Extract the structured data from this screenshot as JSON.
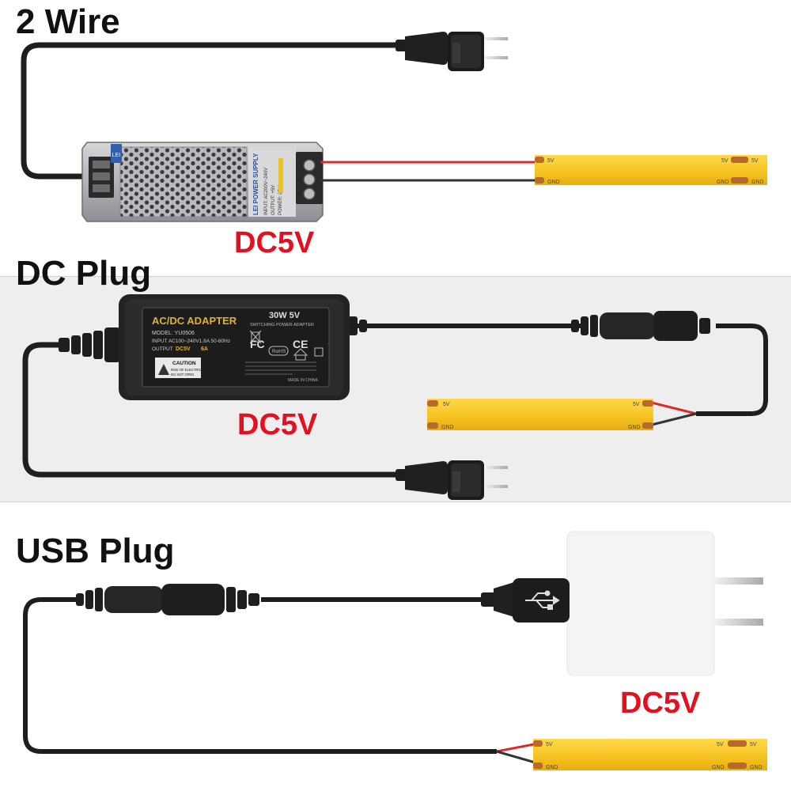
{
  "colors": {
    "title": "#111111",
    "voltage": "#e3101f",
    "cable": "#1e1e1e",
    "wire_red": "#e02828",
    "wire_black": "#333333",
    "strip_yellow": "#f8c626",
    "band_gray": "#eeeeee",
    "copper_pad": "#b86a2a"
  },
  "sections": [
    {
      "title": "2 Wire",
      "voltage": "DC5V",
      "power_supply": {
        "badge": "LEI",
        "side_text": "LEI POWER SUPPLY",
        "small_text": [
          "INPUT: AC200V~240V",
          "OUTPUT: +5V",
          "POWER: 25W"
        ]
      },
      "strip": {
        "pad_left_top": "5V",
        "pad_left_bottom": "GND",
        "pad_right_top": "5V",
        "pad_right_bottom": "GND",
        "pad_end_top": "5V",
        "pad_end_bottom": "GND"
      }
    },
    {
      "title": "DC Plug",
      "voltage": "DC5V",
      "adapter": {
        "heading": "AC/DC ADAPTER",
        "rating": "30W  5V",
        "sub": "SWITCHING POWER ADAPTER",
        "model": "MODEL: YU0506",
        "input": "INPUT AC100~240V1.8A 50-60Hz",
        "output_prefix": "OUTPUT",
        "output_value": "DC5V",
        "output_current": "6A",
        "caution": "CAUTION",
        "caution_sub1": "RISK OF ELECTRIC",
        "caution_sub2": "DO NOT OPEN",
        "fc": "FC",
        "ce": "CE",
        "rohs": "RoHS",
        "made_in": "MADE IN CHINA"
      },
      "strip": {
        "pad_left_top": "5V",
        "pad_left_bottom": "GND",
        "pad_right_top": "5V",
        "pad_right_bottom": "GND"
      }
    },
    {
      "title": "USB Plug",
      "voltage": "DC5V",
      "strip": {
        "pad_left_top": "5V",
        "pad_left_bottom": "GND",
        "pad_right_top": "5V",
        "pad_right_bottom": "GND",
        "pad_end_top": "5V",
        "pad_end_bottom": "GND"
      }
    }
  ]
}
